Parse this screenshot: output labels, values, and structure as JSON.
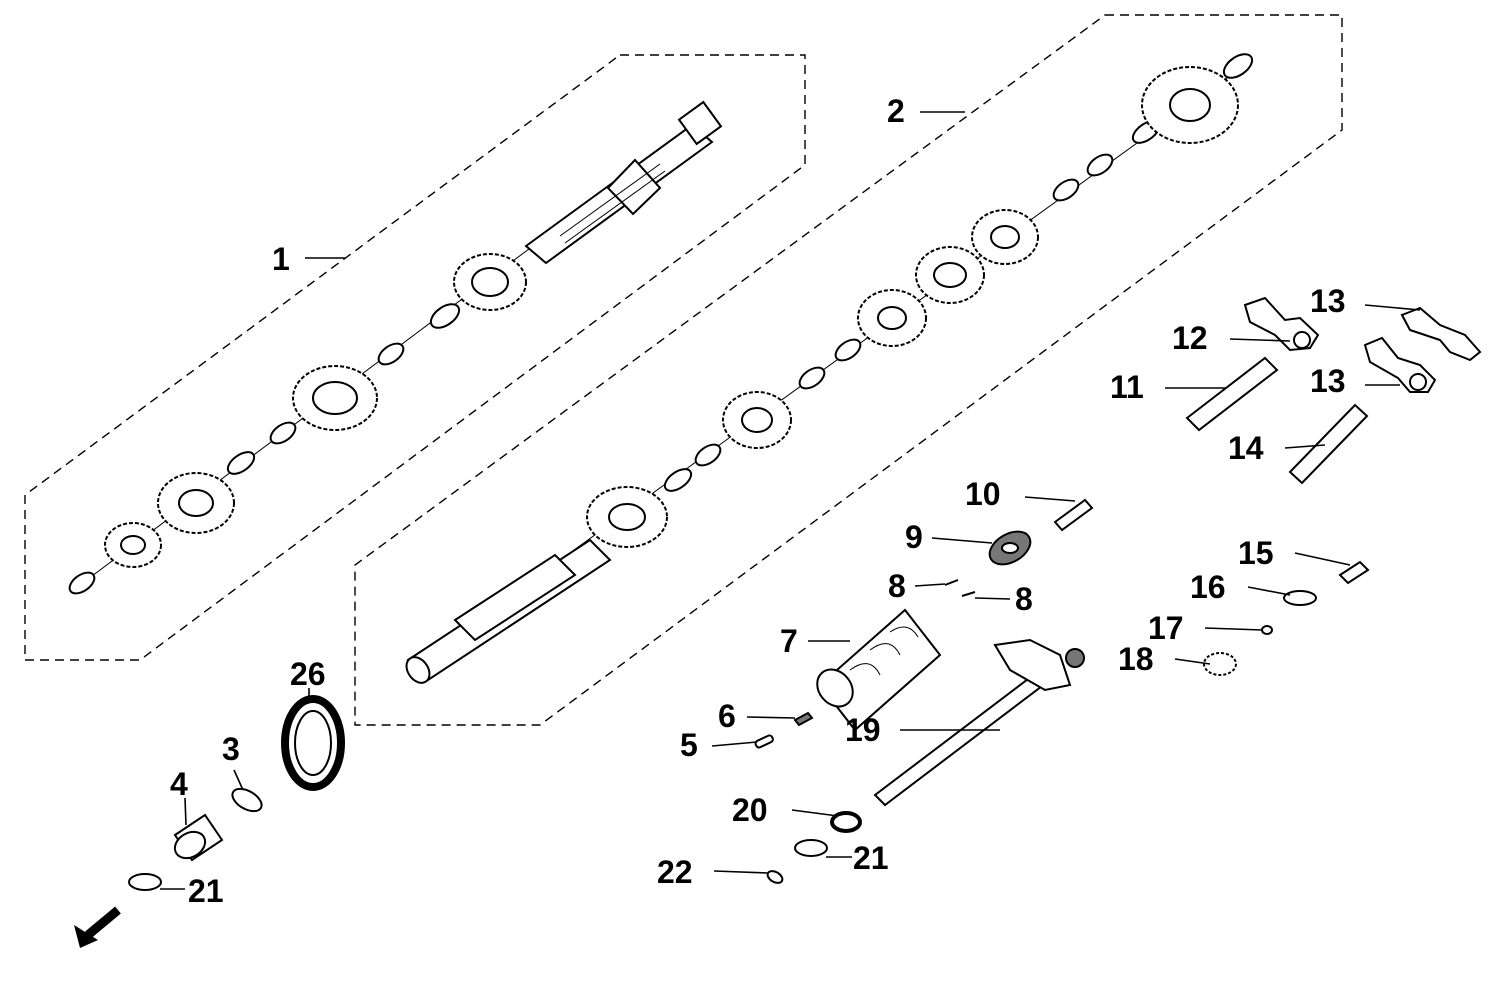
{
  "diagram": {
    "callouts": {
      "c1": "1",
      "c2": "2",
      "c3": "3",
      "c4": "4",
      "c5": "5",
      "c6": "6",
      "c7": "7",
      "c8a": "8",
      "c8b": "8",
      "c9": "9",
      "c10": "10",
      "c11": "11",
      "c12": "12",
      "c13a": "13",
      "c13b": "13",
      "c14": "14",
      "c15": "15",
      "c16": "16",
      "c17": "17",
      "c18": "18",
      "c19": "19",
      "c20": "20",
      "c21a": "21",
      "c21b": "21",
      "c22": "22",
      "c26": "26"
    },
    "icons": {
      "direction_arrow": "arrow-down-left-icon"
    }
  }
}
